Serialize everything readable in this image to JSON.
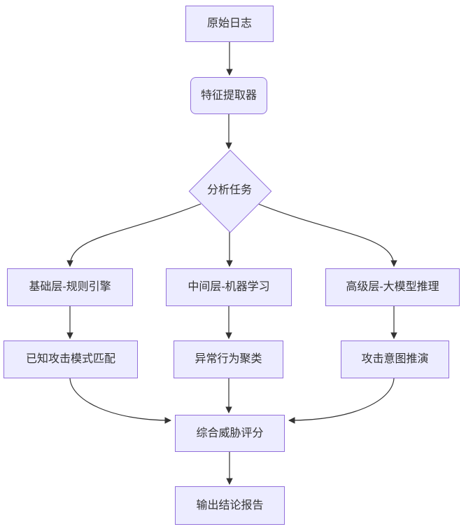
{
  "diagram": {
    "type": "flowchart",
    "direction": "top-down",
    "colors": {
      "background": "#ffffff",
      "node_fill": "#ECECFF",
      "node_border": "#9370DB",
      "edge_stroke": "#333333",
      "text": "#333333"
    },
    "nodes": {
      "raw_logs": {
        "label": "原始日志",
        "shape": "rectangle"
      },
      "feature_extractor": {
        "label": "特征提取器",
        "shape": "rounded-rectangle"
      },
      "analysis_task": {
        "label": "分析任务",
        "shape": "diamond"
      },
      "base_layer": {
        "label": "基础层-规则引擎",
        "shape": "rectangle"
      },
      "mid_layer": {
        "label": "中间层-机器学习",
        "shape": "rectangle"
      },
      "high_layer": {
        "label": "高级层-大模型推理",
        "shape": "rectangle"
      },
      "known_attack": {
        "label": "已知攻击模式匹配",
        "shape": "rectangle"
      },
      "anomaly_cluster": {
        "label": "异常行为聚类",
        "shape": "rectangle"
      },
      "attack_intent": {
        "label": "攻击意图推演",
        "shape": "rectangle"
      },
      "threat_score": {
        "label": "综合威胁评分",
        "shape": "rectangle"
      },
      "report": {
        "label": "输出结论报告",
        "shape": "rectangle"
      }
    },
    "edges": [
      {
        "from": "raw_logs",
        "to": "feature_extractor"
      },
      {
        "from": "feature_extractor",
        "to": "analysis_task"
      },
      {
        "from": "analysis_task",
        "to": "base_layer"
      },
      {
        "from": "analysis_task",
        "to": "mid_layer"
      },
      {
        "from": "analysis_task",
        "to": "high_layer"
      },
      {
        "from": "base_layer",
        "to": "known_attack"
      },
      {
        "from": "mid_layer",
        "to": "anomaly_cluster"
      },
      {
        "from": "high_layer",
        "to": "attack_intent"
      },
      {
        "from": "known_attack",
        "to": "threat_score"
      },
      {
        "from": "anomaly_cluster",
        "to": "threat_score"
      },
      {
        "from": "attack_intent",
        "to": "threat_score"
      },
      {
        "from": "threat_score",
        "to": "report"
      }
    ]
  }
}
